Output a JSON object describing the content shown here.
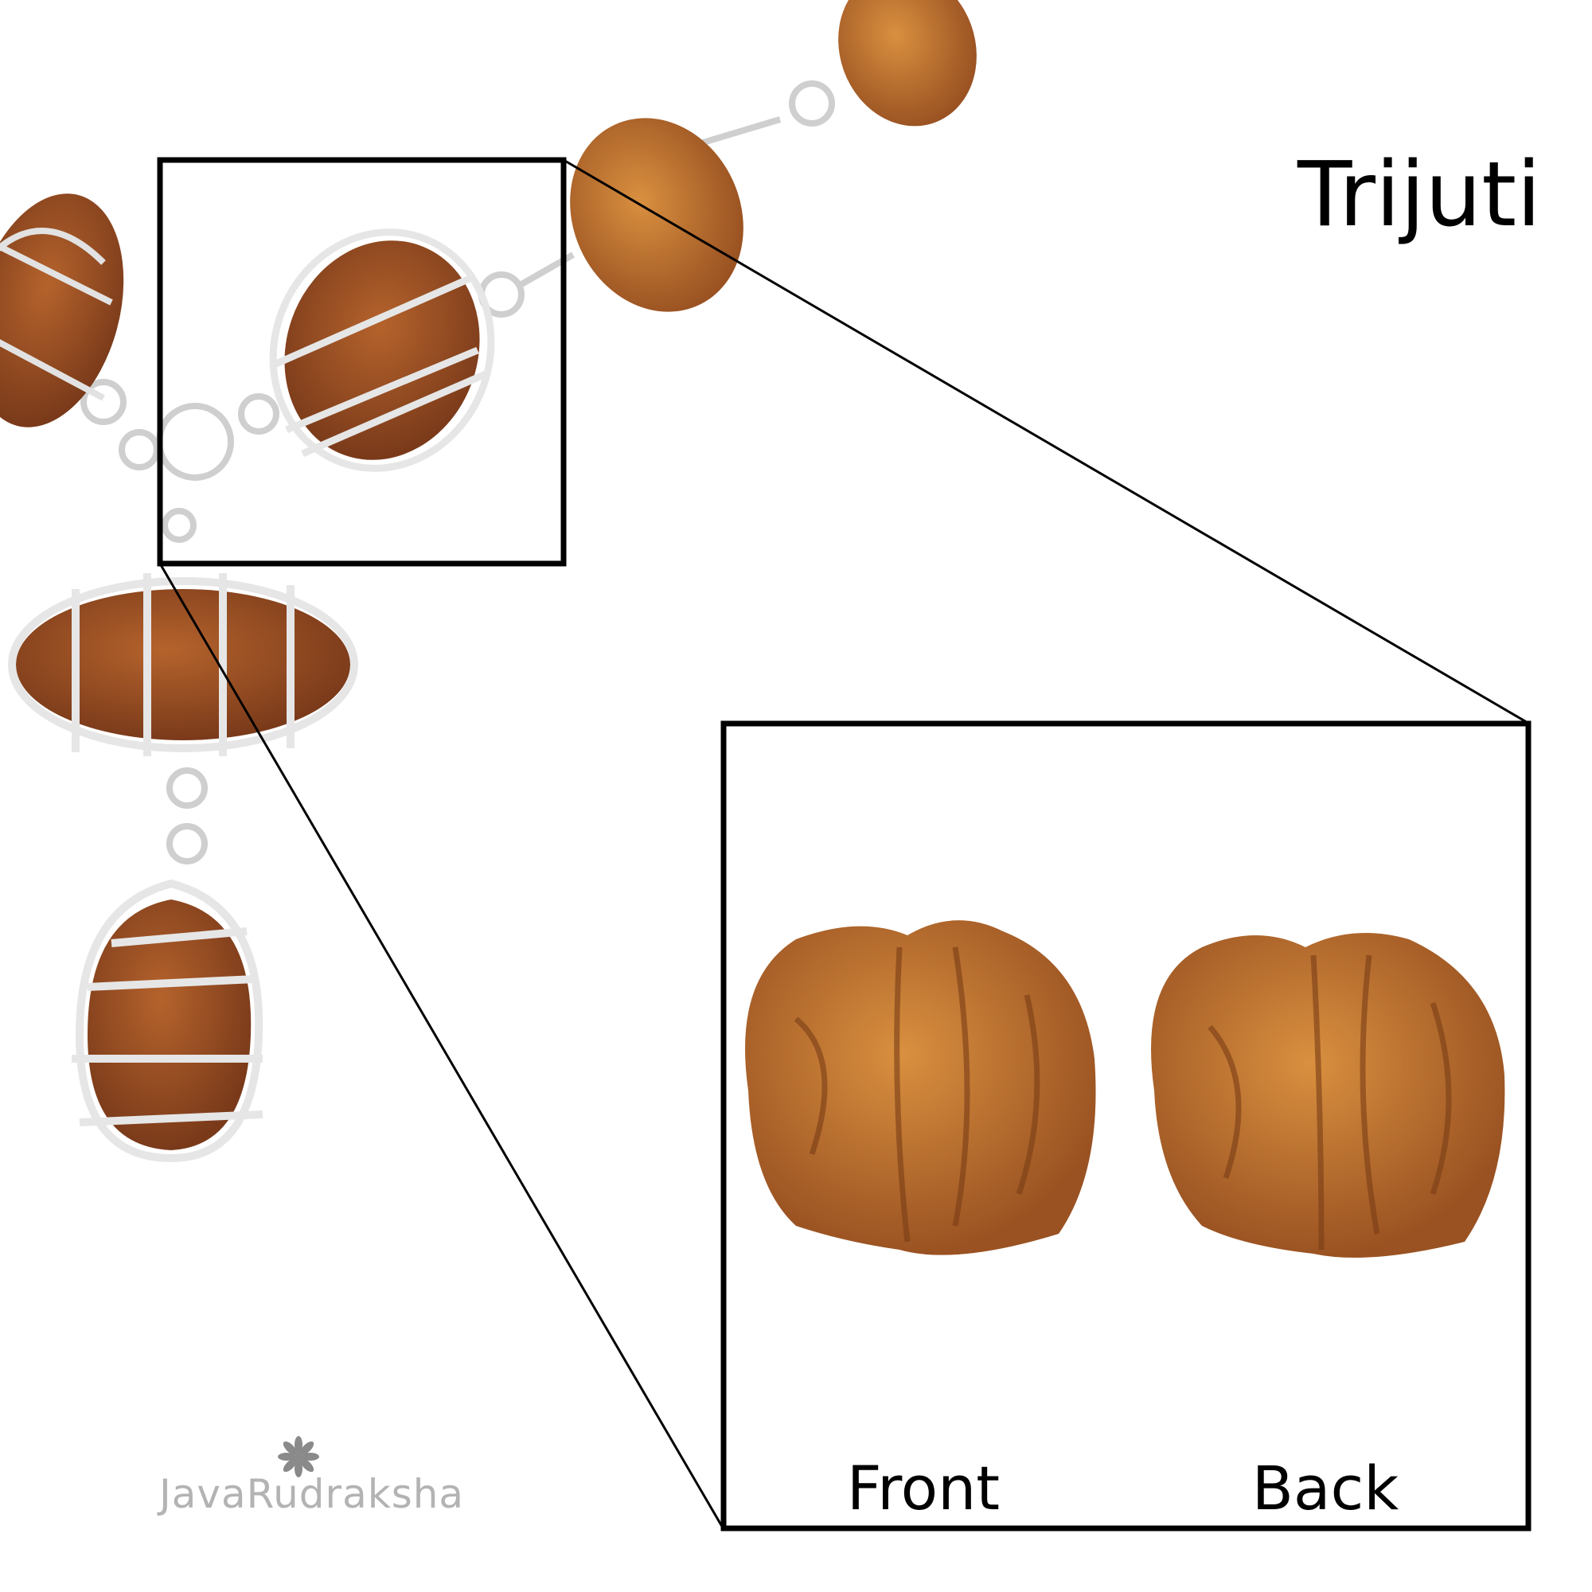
{
  "title": "Trijuti",
  "inset": {
    "front_label": "Front",
    "back_label": "Back"
  },
  "brand": {
    "name": "JavaRudraksha"
  },
  "colors": {
    "bead": "#9a4f25",
    "bead_light": "#c07535",
    "silver": "#d8d8d8",
    "frame": "#000000"
  }
}
